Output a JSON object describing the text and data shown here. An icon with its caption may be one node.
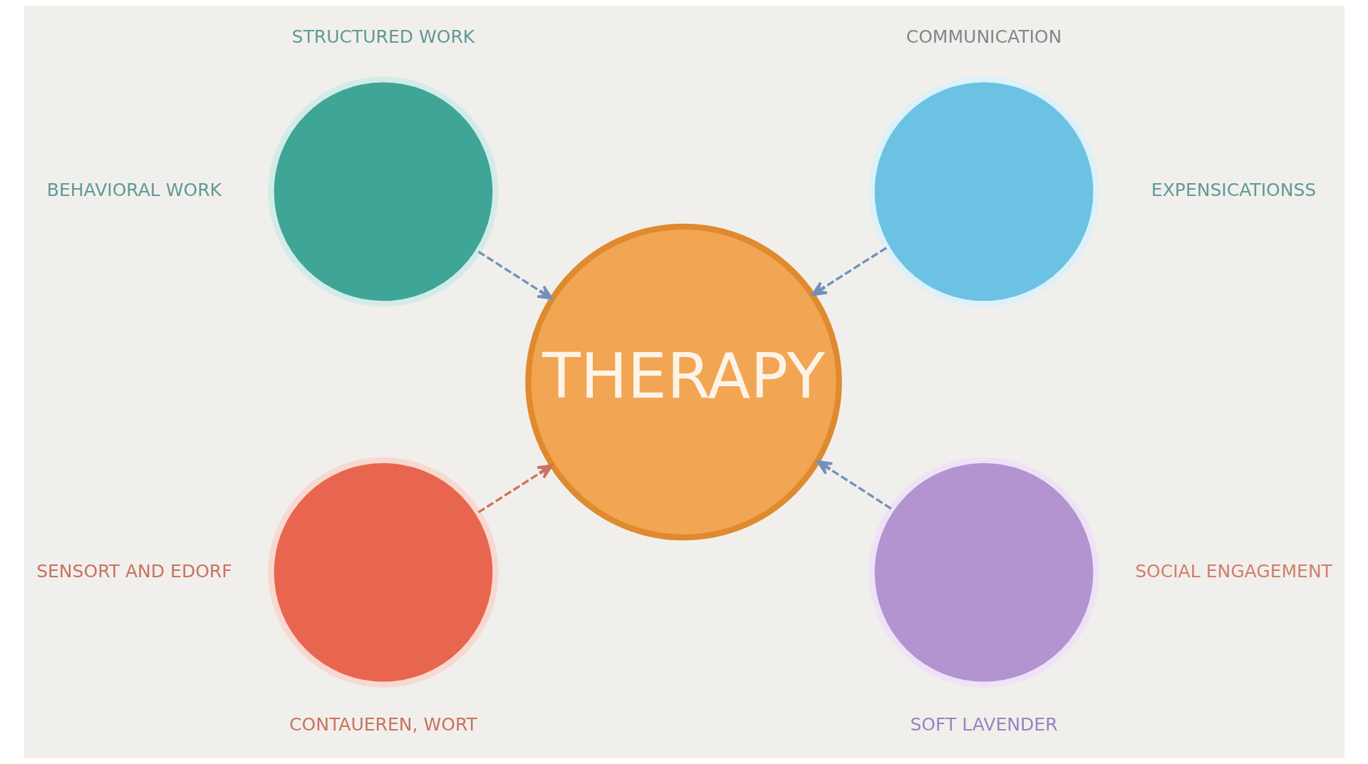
{
  "diagram": {
    "nodes": [
      {
        "text": [],
        "shape": "circle",
        "beside": [
          "STRUCTURED WORK",
          "BEHAVIORAL WORK"
        ]
      },
      {
        "text": [],
        "shape": "circle",
        "beside": [
          "COMMUNICATION",
          "EXPENSICATIONSS"
        ]
      },
      {
        "text": [
          "THERAPY"
        ]
      },
      {
        "text": [],
        "shape": "circle",
        "beside": [
          "SENSORT AND EDORF",
          "CONTAUEREN, WORT"
        ]
      },
      {
        "text": [],
        "shape": "circle",
        "beside": [
          "SOCIAL ENGAGEMENT",
          "SOFT LAVENDER"
        ]
      }
    ],
    "edges": [
      {
        "from": 0,
        "to": 2,
        "arrow": "to",
        "style": "dashed"
      },
      {
        "from": 1,
        "to": 2,
        "arrow": "to",
        "style": "dashed"
      },
      {
        "from": 3,
        "to": 2,
        "arrow": "to",
        "style": "dashed",
        "color": "#d0705e"
      },
      {
        "from": 4,
        "to": 2,
        "arrow": "to",
        "style": "dashed"
      }
    ]
  }
}
